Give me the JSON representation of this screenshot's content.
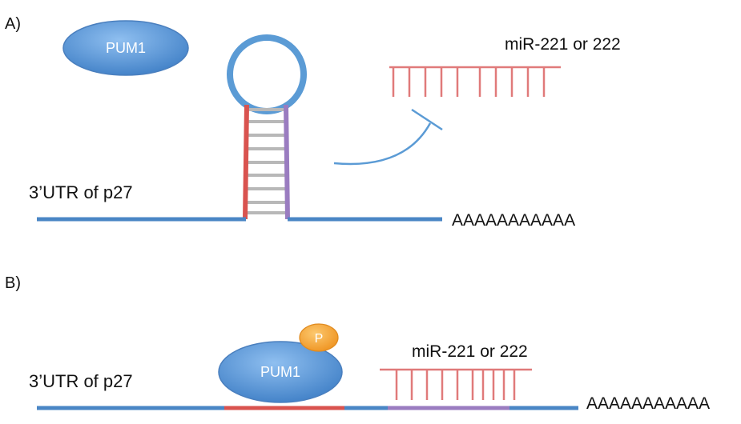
{
  "panel_a": {
    "label": "A)",
    "protein": "PUM1",
    "utr_label": "3’UTR of p27",
    "polya": "AAAAAAAAAAA",
    "mirna_label": "miR-221 or 222"
  },
  "panel_b": {
    "label": "B)",
    "protein": "PUM1",
    "phospho": "P",
    "utr_label": "3’UTR of p27",
    "polya": "AAAAAAAAAAA",
    "mirna_label": "miR-221 or 222"
  },
  "colors": {
    "rna_blue": "#4a86c5",
    "ellipse_fill": "#5b9bd5",
    "mirna_red": "#e07a7a",
    "stem_red": "#d9534f",
    "stem_purple": "#9a7cc0",
    "rung_gray": "#b8b8b8",
    "phospho_orange": "#f5a43a"
  }
}
